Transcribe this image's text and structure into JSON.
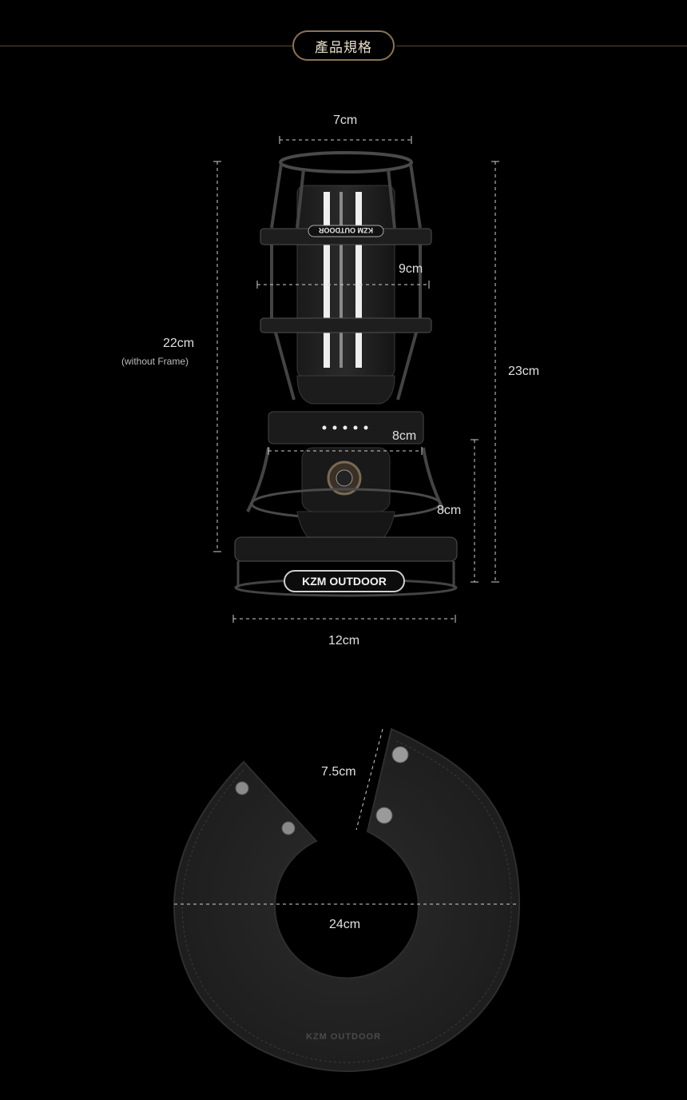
{
  "header": {
    "title": "產品規格"
  },
  "lantern": {
    "brand_label": "KZM OUTDOOR",
    "top_badge": "KZM OUTDOOR",
    "dims": {
      "top_width": "7cm",
      "glass_width": "9cm",
      "height_no_frame": "22cm",
      "height_no_frame_note": "(without Frame)",
      "total_height": "23cm",
      "mid_width": "8cm",
      "base_height": "8cm",
      "base_width": "12cm"
    }
  },
  "cover": {
    "brand_label": "KZM OUTDOOR",
    "dims": {
      "gap": "7.5cm",
      "diameter": "24cm"
    }
  },
  "colors": {
    "accent": "#8a7358",
    "background": "#000000",
    "dim_line": "#cfcfcf"
  }
}
